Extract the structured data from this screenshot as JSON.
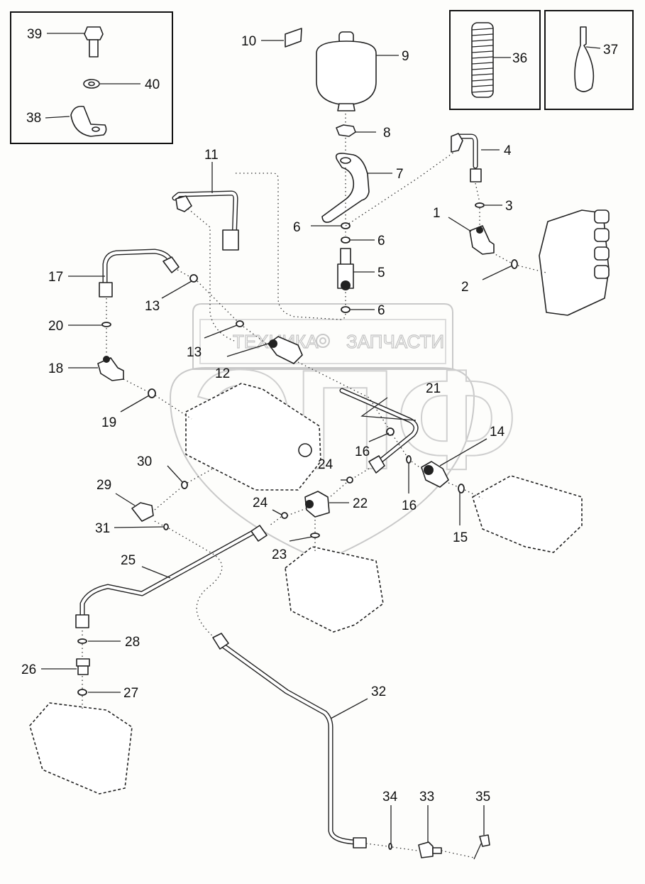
{
  "diagram": {
    "title": "Hydraulic accumulator and valve lines — exploded parts view",
    "watermark": {
      "left_text": "ТЕХНИКА",
      "right_text": "ЗАПЧАСТИ",
      "logo_text": "ЭПФ",
      "gear_icon": "gear-icon"
    },
    "callouts": [
      {
        "id": "1",
        "label": "1"
      },
      {
        "id": "2",
        "label": "2"
      },
      {
        "id": "3",
        "label": "3"
      },
      {
        "id": "4",
        "label": "4"
      },
      {
        "id": "5",
        "label": "5"
      },
      {
        "id": "6a",
        "label": "6"
      },
      {
        "id": "6b",
        "label": "6"
      },
      {
        "id": "6c",
        "label": "6"
      },
      {
        "id": "7",
        "label": "7"
      },
      {
        "id": "8",
        "label": "8"
      },
      {
        "id": "9",
        "label": "9"
      },
      {
        "id": "10",
        "label": "10"
      },
      {
        "id": "11",
        "label": "11"
      },
      {
        "id": "12",
        "label": "12"
      },
      {
        "id": "13a",
        "label": "13"
      },
      {
        "id": "13b",
        "label": "13"
      },
      {
        "id": "14",
        "label": "14"
      },
      {
        "id": "15",
        "label": "15"
      },
      {
        "id": "16a",
        "label": "16"
      },
      {
        "id": "16b",
        "label": "16"
      },
      {
        "id": "17",
        "label": "17"
      },
      {
        "id": "18",
        "label": "18"
      },
      {
        "id": "19",
        "label": "19"
      },
      {
        "id": "20",
        "label": "20"
      },
      {
        "id": "21",
        "label": "21"
      },
      {
        "id": "22",
        "label": "22"
      },
      {
        "id": "23",
        "label": "23"
      },
      {
        "id": "24a",
        "label": "24"
      },
      {
        "id": "24b",
        "label": "24"
      },
      {
        "id": "25",
        "label": "25"
      },
      {
        "id": "26",
        "label": "26"
      },
      {
        "id": "27",
        "label": "27"
      },
      {
        "id": "28",
        "label": "28"
      },
      {
        "id": "29",
        "label": "29"
      },
      {
        "id": "30",
        "label": "30"
      },
      {
        "id": "31",
        "label": "31"
      },
      {
        "id": "32",
        "label": "32"
      },
      {
        "id": "33",
        "label": "33"
      },
      {
        "id": "34",
        "label": "34"
      },
      {
        "id": "35",
        "label": "35"
      },
      {
        "id": "36",
        "label": "36"
      },
      {
        "id": "37",
        "label": "37"
      },
      {
        "id": "38",
        "label": "38"
      },
      {
        "id": "39",
        "label": "39"
      },
      {
        "id": "40",
        "label": "40"
      }
    ]
  }
}
